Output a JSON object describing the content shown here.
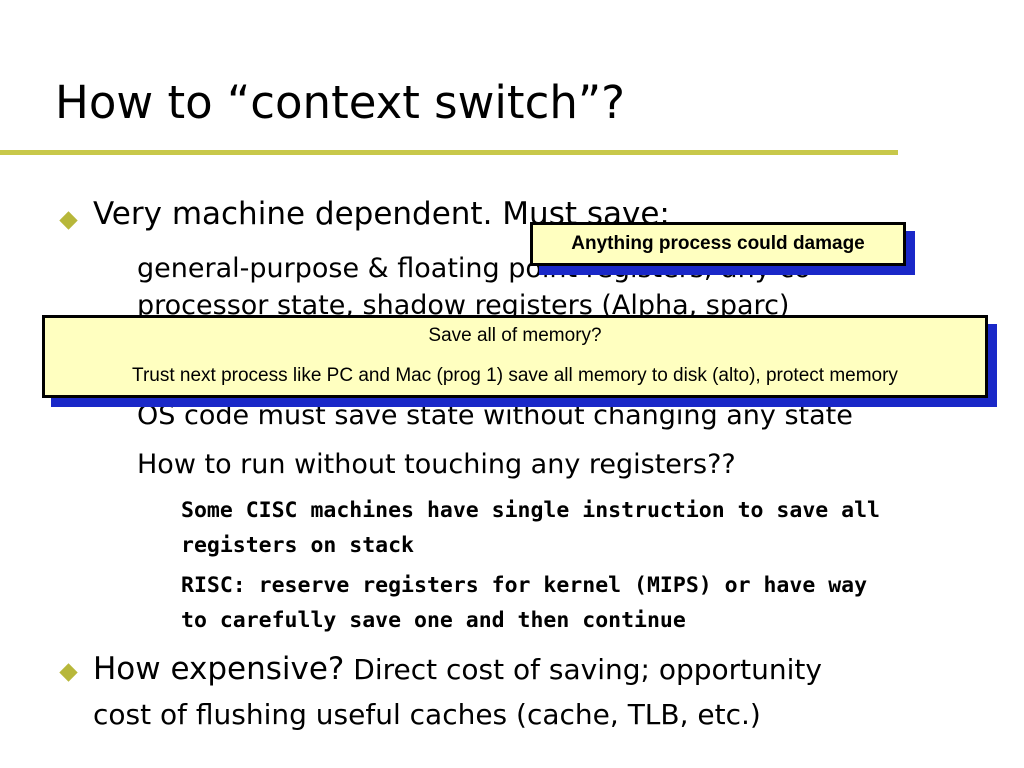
{
  "slide": {
    "title": "How to “context switch”?",
    "bullets": [
      {
        "text": "Very machine dependent.  Must save:",
        "sub": [
          "general-purpose & floating point registers, any co-",
          "processor state, shadow registers (Alpha, sparc)",
          "OS code must save state without changing any state",
          "How to run without touching any registers??"
        ],
        "subsub": [
          "Some CISC machines have single instruction to save all",
          "registers on stack",
          "RISC: reserve registers for kernel (MIPS) or have way",
          "to carefully save one and then continue"
        ]
      },
      {
        "lead": "How expensive?",
        "text": " Direct cost of saving; opportunity",
        "text2": "cost of flushing useful caches (cache, TLB, etc.)"
      }
    ]
  },
  "callouts": {
    "small": "Anything process could damage",
    "big_line1": "Save all of memory?",
    "big_line2": "Trust next process like PC and Mac (prog 1) save all memory to disk (alto), protect memory"
  },
  "colors": {
    "accent_rule": "#c8c84a",
    "bullet": "#b7b73a",
    "callout_fill": "#ffffc0",
    "callout_shadow": "#1a28c8"
  }
}
